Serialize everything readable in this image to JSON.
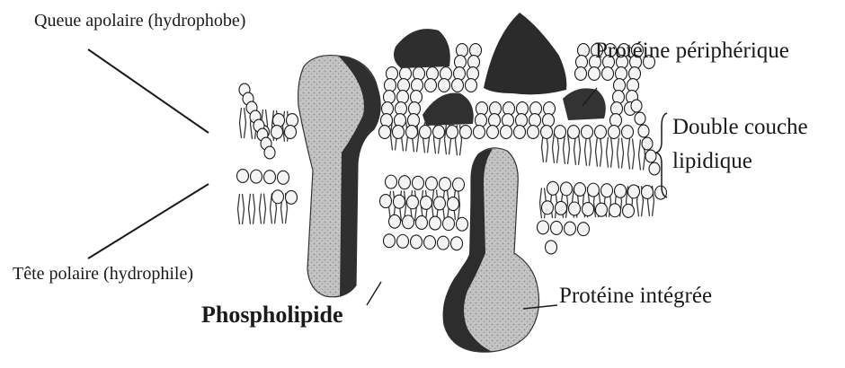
{
  "labels": {
    "queue_apolaire": "Queue apolaire (hydrophobe)",
    "tete_polaire": "Tête polaire (hydrophile)",
    "proteine_peripherique": "Protéine périphérique",
    "double_couche_line1": "Double couche",
    "double_couche_line2": "lipidique",
    "proteine_integree": "Protéine intégrée",
    "phospholipide": "Phospholipide"
  },
  "colors": {
    "ink": "#1a1a1a",
    "protein_dark": "#2e2e2e",
    "protein_light": "#b8b8b8",
    "head_fill": "#f4f4f4"
  }
}
